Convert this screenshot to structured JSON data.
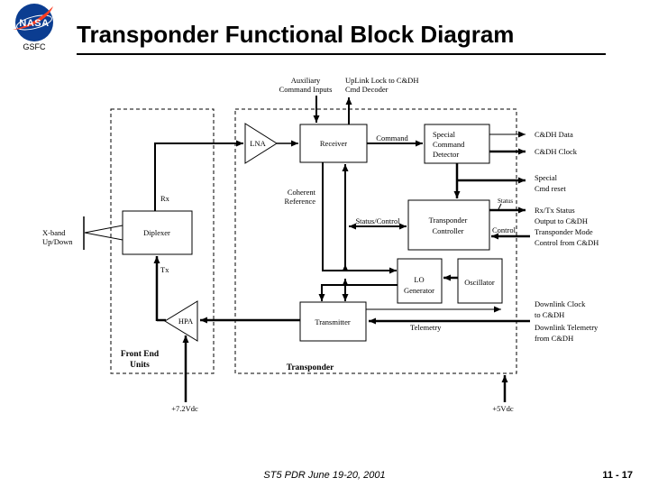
{
  "header": {
    "logo": {
      "agency": "NASA",
      "center": "GSFC"
    },
    "title": "Transponder Functional Block Diagram"
  },
  "colors": {
    "nasa_blue": "#0b3d91",
    "nasa_red": "#fc3d21",
    "ink": "#000000",
    "background": "#ffffff"
  },
  "blocks": {
    "lna": "LNA",
    "receiver": "Receiver",
    "special_command_detector": [
      "Special",
      "Command",
      "Detector"
    ],
    "diplexer": "Diplexer",
    "transponder_controller": [
      "Transponder",
      "Controller"
    ],
    "lo_generator": [
      "LO",
      "Generator"
    ],
    "oscillator": "Oscillator",
    "hpa": "HPA",
    "transmitter": "Transmitter"
  },
  "groups": {
    "front_end": [
      "Front End",
      "Units"
    ],
    "transponder": "Transponder"
  },
  "signals": {
    "aux_command": [
      "Auxiliary",
      "Command Inputs"
    ],
    "uplink_lock": [
      "UpLink Lock to C&DH",
      "Cmd Decoder"
    ],
    "command": "Command",
    "cdh_data": "C&DH Data",
    "cdh_clock": "C&DH Clock",
    "special_cmd_reset": [
      "Special",
      "Cmd reset"
    ],
    "status": "Status",
    "rxtx_status": [
      "Rx/Tx Status",
      "Output to C&DH"
    ],
    "status_control": "Status/Control",
    "control": "Control",
    "transponder_mode": [
      "Transponder Mode",
      "Control from C&DH"
    ],
    "coherent_reference": [
      "Coherent",
      "Reference"
    ],
    "rx": "Rx",
    "tx": "Tx",
    "x_band": [
      "X-band",
      "Up/Down"
    ],
    "telemetry": "Telemetry",
    "downlink_clock": [
      "Downlink Clock",
      "to C&DH"
    ],
    "downlink_telemetry": [
      "Downlink Telemetry",
      "from C&DH"
    ],
    "power_72": "+7.2Vdc",
    "power_5": "+5Vdc"
  },
  "footer": {
    "caption": "ST5 PDR June 19-20, 2001",
    "page": "11 - 17"
  }
}
